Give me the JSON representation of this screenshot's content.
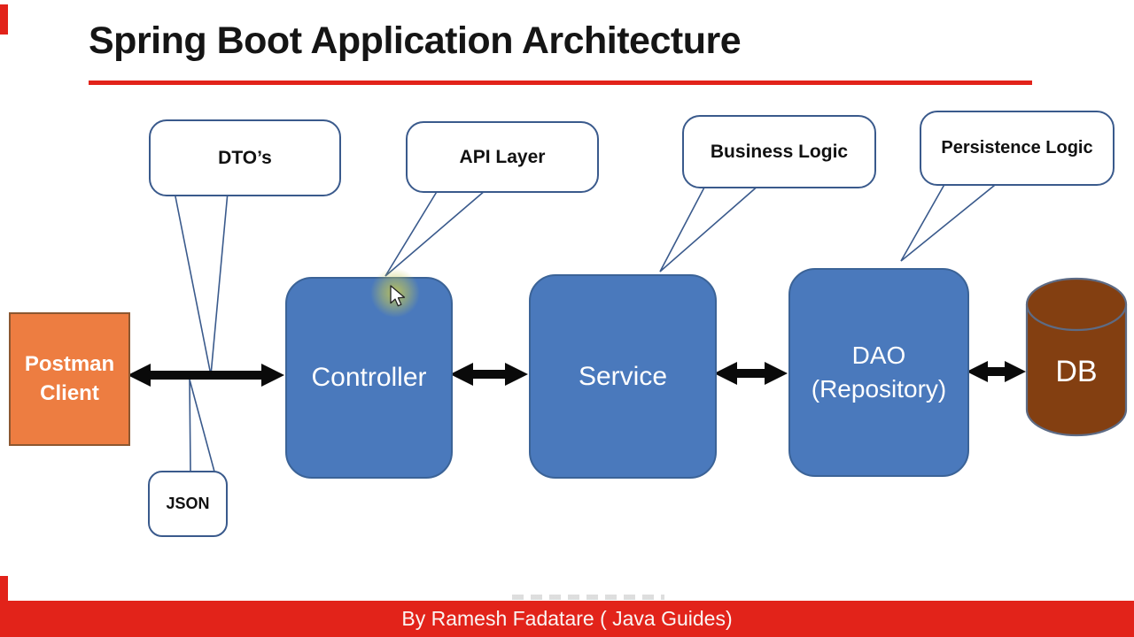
{
  "title": "Spring Boot Application Architecture",
  "callouts": {
    "dto": "DTO’s",
    "api": "API Layer",
    "business": "Business Logic",
    "persistence": "Persistence Logic",
    "json": "JSON"
  },
  "nodes": {
    "postman": "Postman Client",
    "controller": "Controller",
    "service": "Service",
    "dao": {
      "line1": "DAO",
      "line2": "(Repository)"
    },
    "db": "DB"
  },
  "footer": {
    "credit": "By Ramesh Fadatare ( Java Guides)"
  },
  "colors": {
    "accent_red": "#e2231a",
    "box_blue": "#4a79bc",
    "box_blue_border": "#3b6397",
    "client_orange": "#ed7d41",
    "db_brown": "#833f11",
    "db_border": "#5d6b85",
    "callout_line": "#3a5a8c",
    "arrow_black": "#0a0a0a",
    "cursor_glow": "#c8c84a"
  }
}
